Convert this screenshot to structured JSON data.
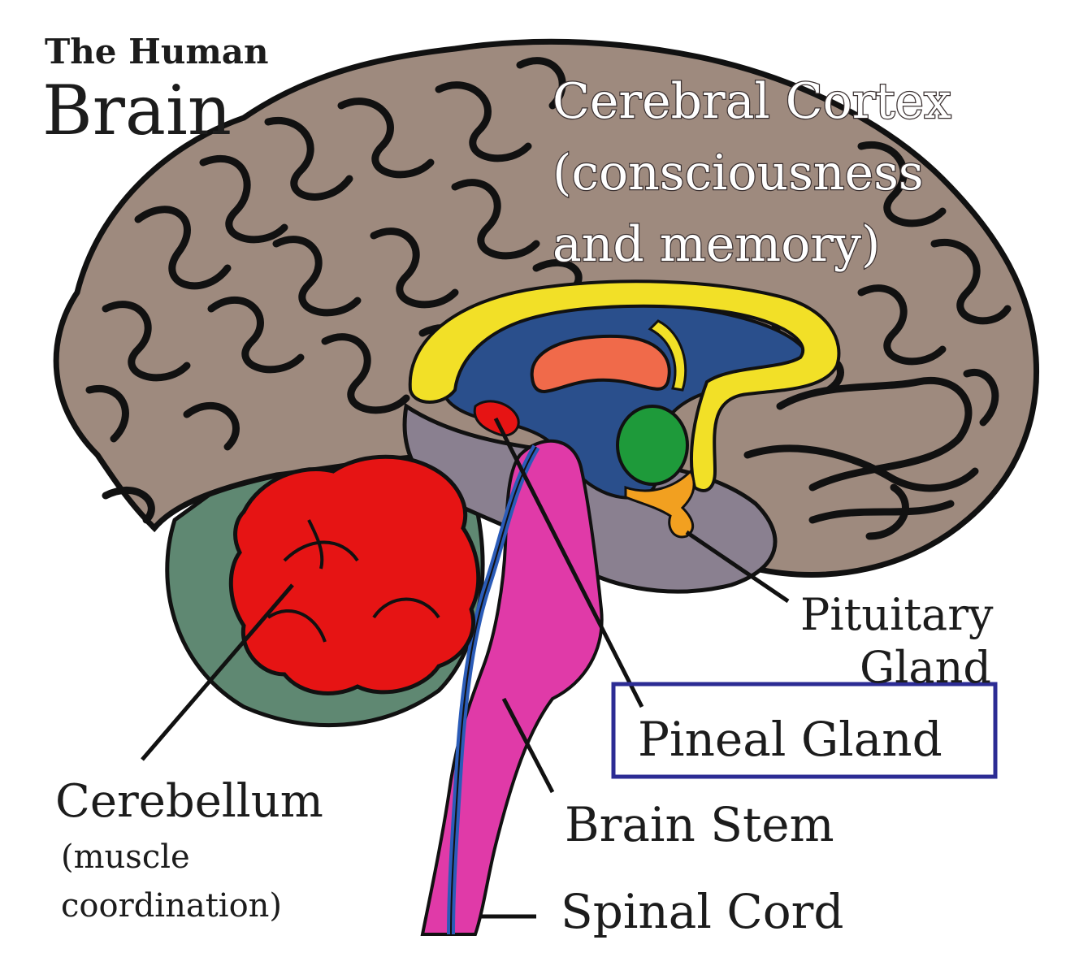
{
  "title": {
    "line1": "The Human",
    "line2": "Brain"
  },
  "labels": {
    "cortex": [
      "Cerebral Cortex",
      "(consciousness",
      "and memory)"
    ],
    "pituitary": [
      "Pituitary",
      "Gland"
    ],
    "pineal": "Pineal Gland",
    "brain_stem": "Brain Stem",
    "spinal_cord": "Spinal Cord",
    "cerebellum": [
      "Cerebellum",
      "(muscle",
      "coordination)"
    ]
  },
  "colors": {
    "cortex": "#9e8a7e",
    "cortex_outline": "#111111",
    "cerebellum": "#e61414",
    "cerebellum_backdrop": "#5f8872",
    "midbrain_gray": "#8a8090",
    "corpus_callosum": "#f2e027",
    "ventricle": "#2a4f8c",
    "thalamus": "#f06a4a",
    "hypothalamus": "#1e9a3a",
    "pituitary": "#f2a020",
    "brain_stem": "#e03aa8",
    "spinal_canal": "#2b5cb8",
    "highlight_box": "#2c2c94"
  }
}
